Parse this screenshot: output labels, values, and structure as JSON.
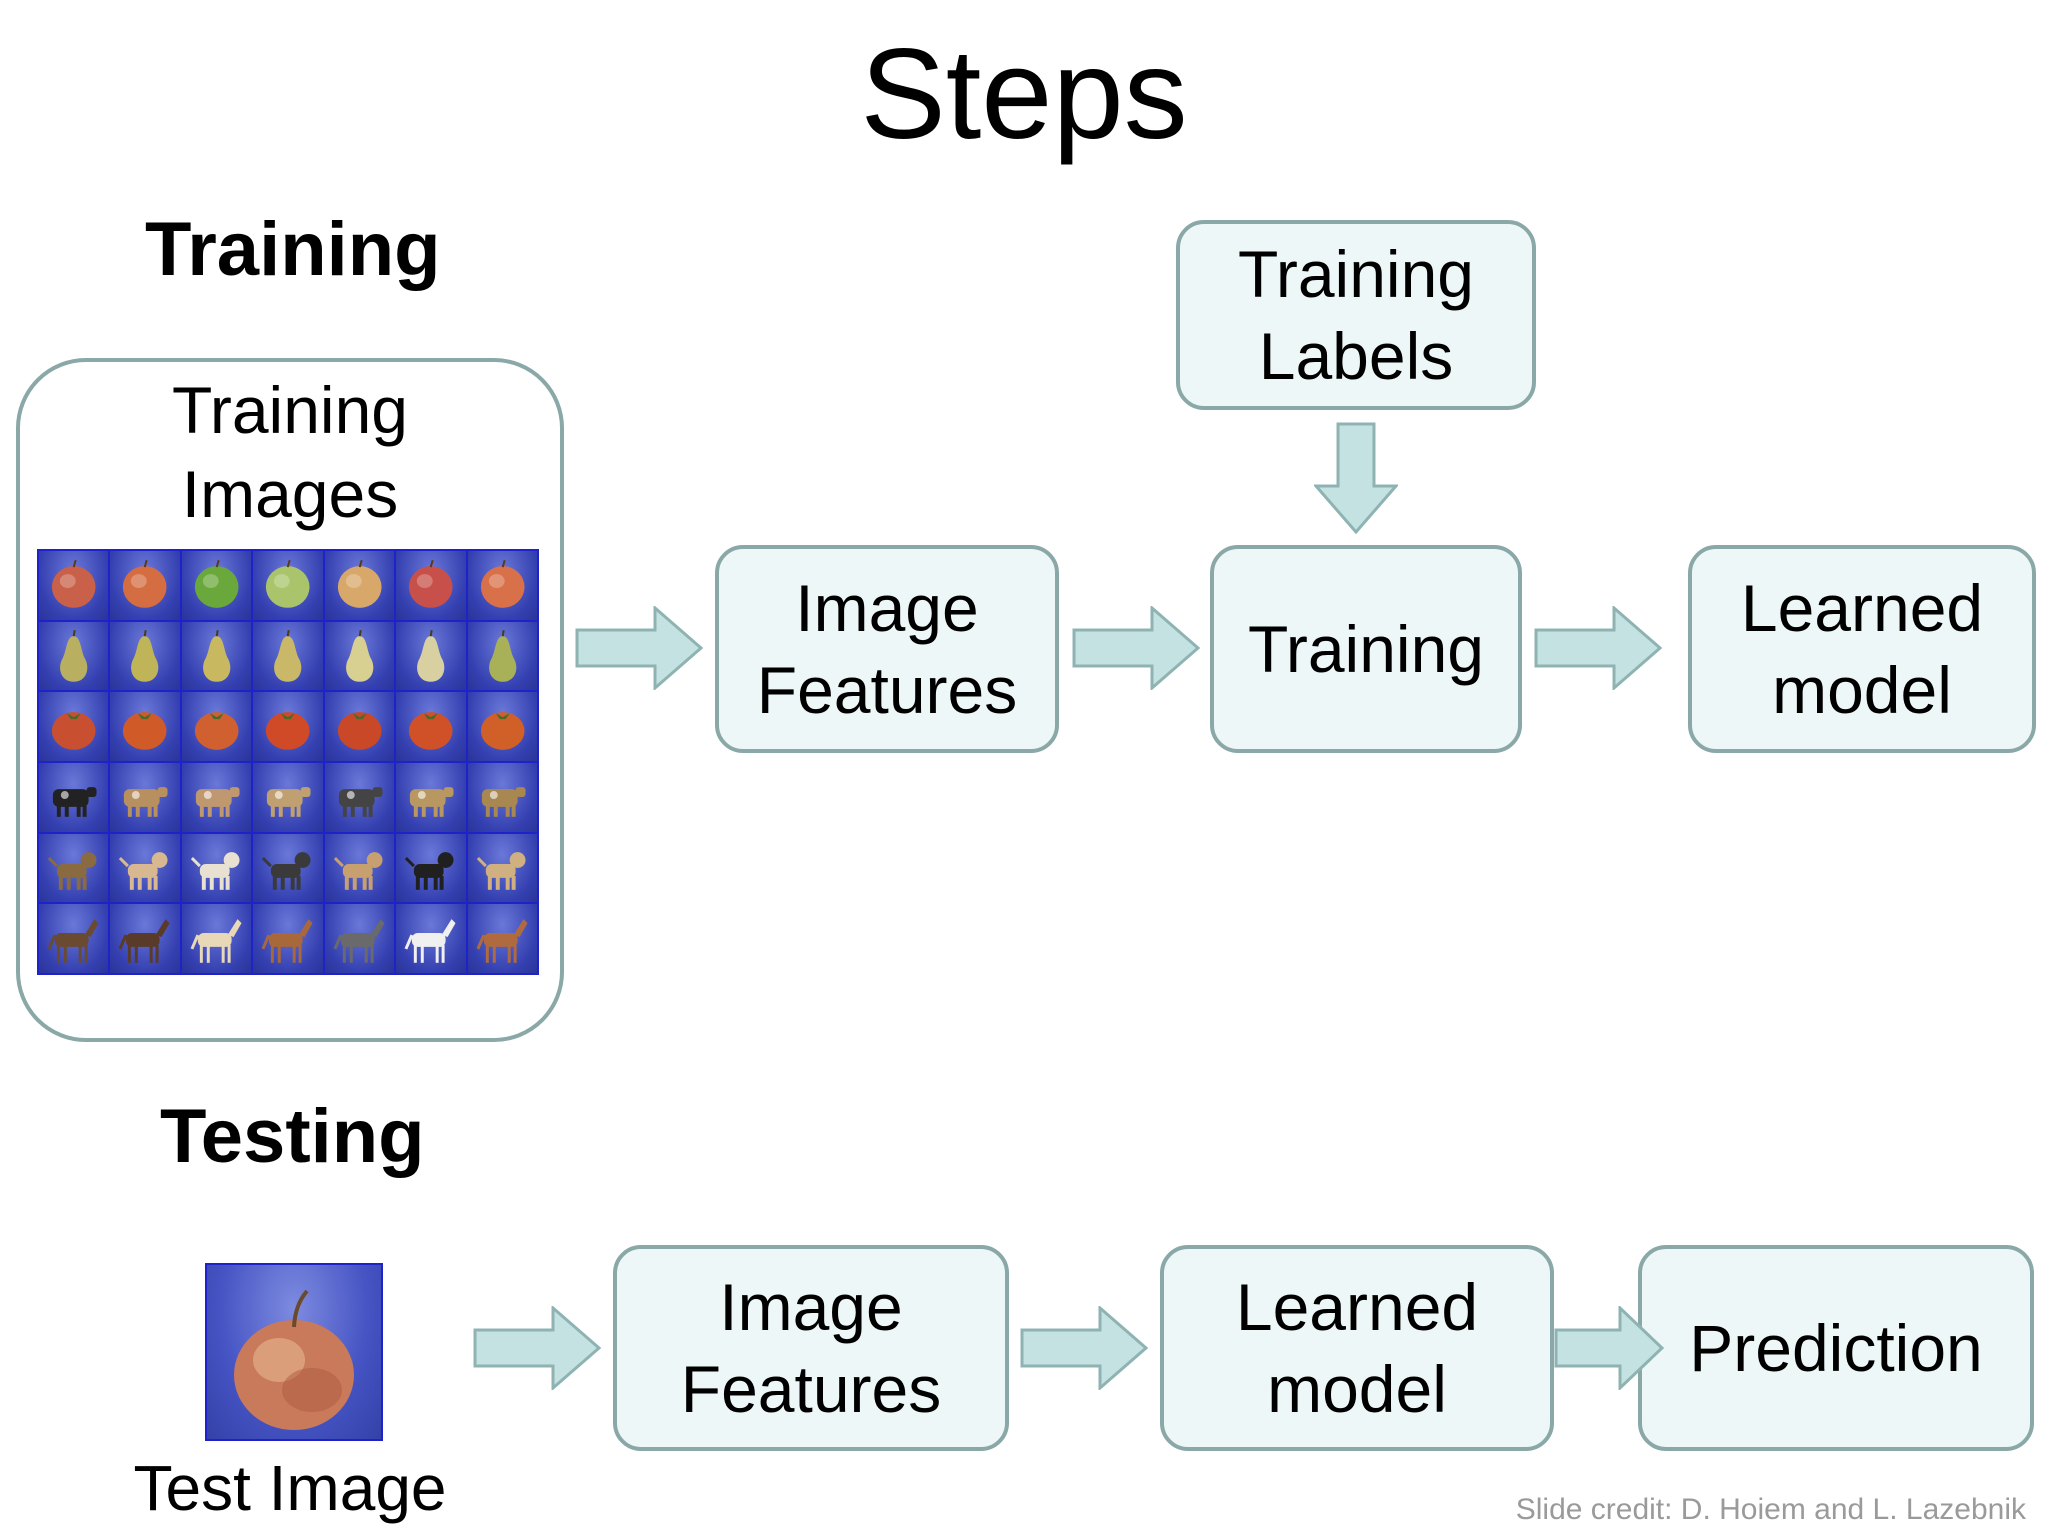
{
  "title": "Steps",
  "training": {
    "heading": "Training",
    "images_panel_label": "Training\nImages",
    "labels_box": "Training\nLabels",
    "features_box": "Image\nFeatures",
    "training_box": "Training",
    "model_box": "Learned\nmodel",
    "grid_rows": [
      {
        "kind": "apple",
        "colors": [
          "#c8604a",
          "#d46e42",
          "#6aa83c",
          "#a9c46a",
          "#d8a86a",
          "#c8504a",
          "#d8704a"
        ]
      },
      {
        "kind": "pear",
        "colors": [
          "#b8b060",
          "#c0b458",
          "#c8b860",
          "#c8b868",
          "#d8d090",
          "#d8d0a0",
          "#a8b058"
        ]
      },
      {
        "kind": "tomato",
        "colors": [
          "#c85030",
          "#d05a28",
          "#d06030",
          "#d04a28",
          "#c84828",
          "#d05028",
          "#d06028"
        ]
      },
      {
        "kind": "cow",
        "colors": [
          "#222222",
          "#b89060",
          "#c09870",
          "#c0a070",
          "#444444",
          "#b89860",
          "#a88850"
        ]
      },
      {
        "kind": "dog",
        "colors": [
          "#8a6a40",
          "#d8b890",
          "#e8e0d0",
          "#3a3a3a",
          "#c8a070",
          "#202020",
          "#d0b080"
        ]
      },
      {
        "kind": "horse",
        "colors": [
          "#6a4a30",
          "#5a3a28",
          "#e8d8b8",
          "#a8683a",
          "#6a6a6a",
          "#f0f0f0",
          "#b06a40"
        ]
      }
    ]
  },
  "testing": {
    "heading": "Testing",
    "test_image_label": "Test Image",
    "features_box": "Image\nFeatures",
    "model_box": "Learned\nmodel",
    "prediction_box": "Prediction"
  },
  "credit": "Slide credit: D. Hoiem and L. Lazebnik",
  "colors": {
    "box_fill": "#eef7f7",
    "box_border": "#8aa8a8",
    "arrow_fill": "#c4e2e2",
    "arrow_stroke": "#8fb3b3",
    "grid_blue": "#1e22c8"
  }
}
